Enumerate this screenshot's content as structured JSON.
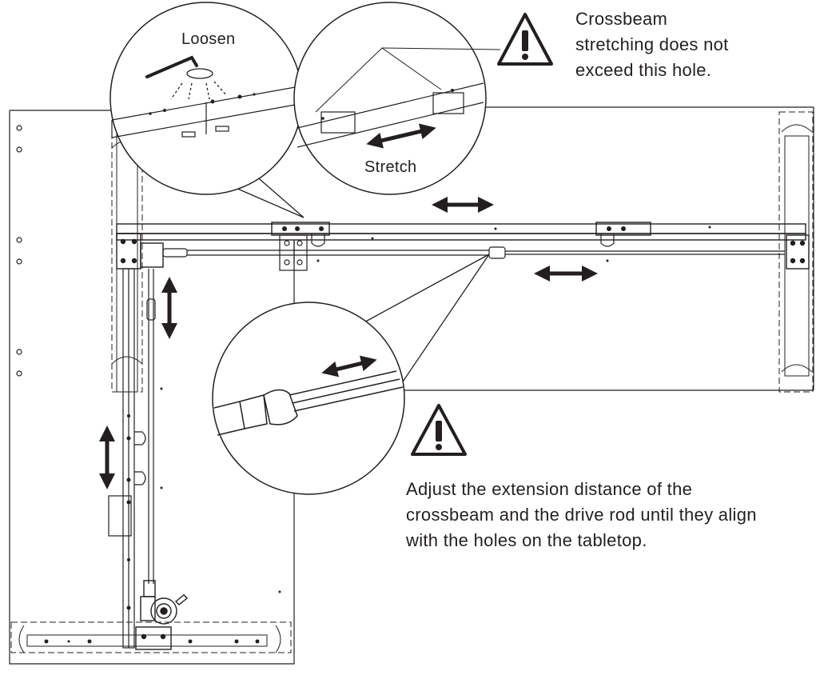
{
  "labels": {
    "loosen": "Loosen",
    "stretch": "Stretch"
  },
  "warnings": {
    "top": [
      "Crossbeam",
      "stretching does not",
      "exceed this hole."
    ],
    "bottom": [
      "Adjust the extension distance of the",
      "crossbeam and the drive rod until they align",
      "with the holes on the tabletop."
    ]
  },
  "icons": [
    "warning-triangle-icon",
    "allen-key-icon",
    "double-arrow-icon",
    "rotate-arrow-icon"
  ],
  "colors": {
    "line": "#231f20",
    "background": "#ffffff"
  }
}
